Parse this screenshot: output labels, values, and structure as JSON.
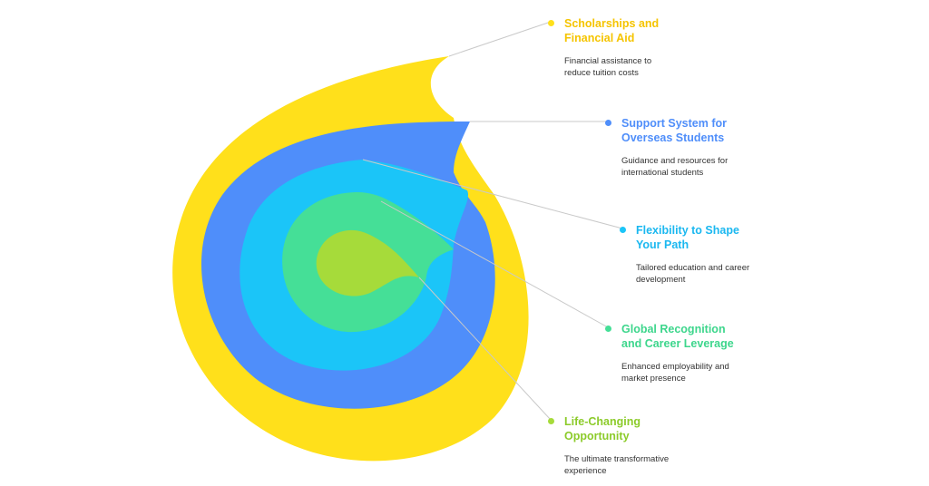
{
  "colors": {
    "yellow": "#FFE01B",
    "blue": "#4F8EFA",
    "cyan": "#1BC5F8",
    "green": "#45DF97",
    "lime": "#A6DB3A",
    "yellow_text": "#F5C400",
    "blue_text": "#4F8EFA",
    "cyan_text": "#1BB8F0",
    "green_text": "#3DD68C",
    "lime_text": "#8CCB2A",
    "connector": "#C9C9C9"
  },
  "items": [
    {
      "title_line1": "Scholarships and",
      "title_line2": "Financial Aid",
      "desc_line1": "Financial assistance to",
      "desc_line2": "reduce tuition costs"
    },
    {
      "title_line1": "Support System for",
      "title_line2": "Overseas Students",
      "desc_line1": "Guidance and resources for",
      "desc_line2": "international students"
    },
    {
      "title_line1": "Flexibility to Shape",
      "title_line2": "Your Path",
      "desc_line1": "Tailored education and career",
      "desc_line2": "development"
    },
    {
      "title_line1": "Global Recognition",
      "title_line2": "and Career Leverage",
      "desc_line1": "Enhanced employability and",
      "desc_line2": "market presence"
    },
    {
      "title_line1": "Life-Changing",
      "title_line2": "Opportunity",
      "desc_line1": "The ultimate transformative",
      "desc_line2": "experience"
    }
  ]
}
